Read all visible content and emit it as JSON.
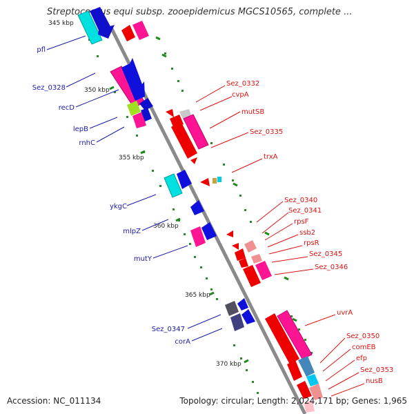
{
  "title": "Streptococcus equi subsp. zooepidemicus MGCS10565, complete ...",
  "footer": {
    "accession": "Accession: NC_011134",
    "summary": "Topology: circular; Length: 2,024,171 bp; Genes: 1,965"
  },
  "ticks": [
    "345 kbp",
    "350 kbp",
    "355 kbp",
    "360 kbp",
    "365 kbp",
    "370 kbp"
  ],
  "left_labels": [
    "pfl",
    "Sez_0328",
    "recD",
    "lepB",
    "rnhC",
    "ykgC",
    "mlpZ",
    "mutY",
    "Sez_0347",
    "corA"
  ],
  "right_labels": [
    "Sez_0332",
    "cvpA",
    "mutSB",
    "Sez_0335",
    "trxA",
    "Sez_0340",
    "Sez_0341",
    "rpsF",
    "ssb2",
    "rpsR",
    "Sez_0345",
    "Sez_0346",
    "uvrA",
    "Sez_0350",
    "comEB",
    "efp",
    "Sez_0353",
    "nusB"
  ],
  "colors": {
    "backbone": "#8a8a8a",
    "left_label": "#1a1aa8",
    "right_label": "#dd1111",
    "tick_dot": "#2a8a2a"
  }
}
